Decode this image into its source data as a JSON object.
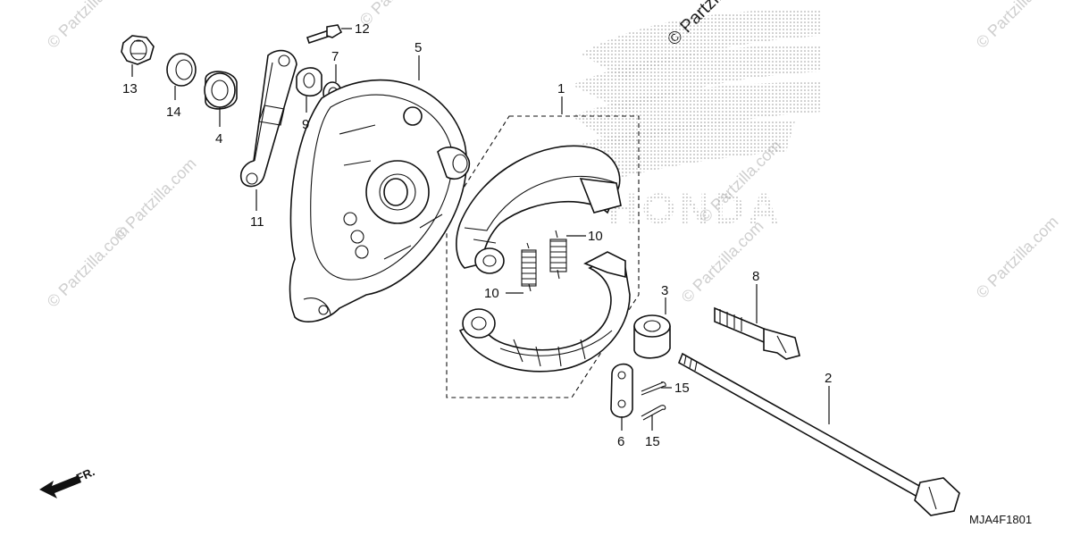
{
  "diagram": {
    "drawing_code": "MJA4F1801",
    "front_indicator": "FR.",
    "brand_logo_text": "HONDA",
    "watermark_corner": "© Partzilla.com",
    "watermark_top": "© Partzilla.com"
  },
  "callouts": [
    {
      "id": "c1",
      "label": "1",
      "part": "brake-shoe-set"
    },
    {
      "id": "c2",
      "label": "2",
      "part": "axle"
    },
    {
      "id": "c3",
      "label": "3",
      "part": "spacer-collar"
    },
    {
      "id": "c4",
      "label": "4",
      "part": "bearing"
    },
    {
      "id": "c5",
      "label": "5",
      "part": "brake-panel"
    },
    {
      "id": "c6",
      "label": "6",
      "part": "axle-plate"
    },
    {
      "id": "c7",
      "label": "7",
      "part": "seal"
    },
    {
      "id": "c8",
      "label": "8",
      "part": "brake-cam"
    },
    {
      "id": "c9",
      "label": "9",
      "part": "wear-indicator"
    },
    {
      "id": "c10a",
      "label": "10",
      "part": "shoe-spring"
    },
    {
      "id": "c10b",
      "label": "10",
      "part": "shoe-spring"
    },
    {
      "id": "c11",
      "label": "11",
      "part": "brake-arm"
    },
    {
      "id": "c12",
      "label": "12",
      "part": "bolt"
    },
    {
      "id": "c13",
      "label": "13",
      "part": "nut"
    },
    {
      "id": "c14",
      "label": "14",
      "part": "washer"
    },
    {
      "id": "c15a",
      "label": "15",
      "part": "cotter-pin"
    },
    {
      "id": "c15b",
      "label": "15",
      "part": "cotter-pin"
    }
  ],
  "colors": {
    "ink": "#111111",
    "background": "#ffffff",
    "watermark": "#cfcfcf",
    "logo_dots": "#9a9a9a"
  }
}
